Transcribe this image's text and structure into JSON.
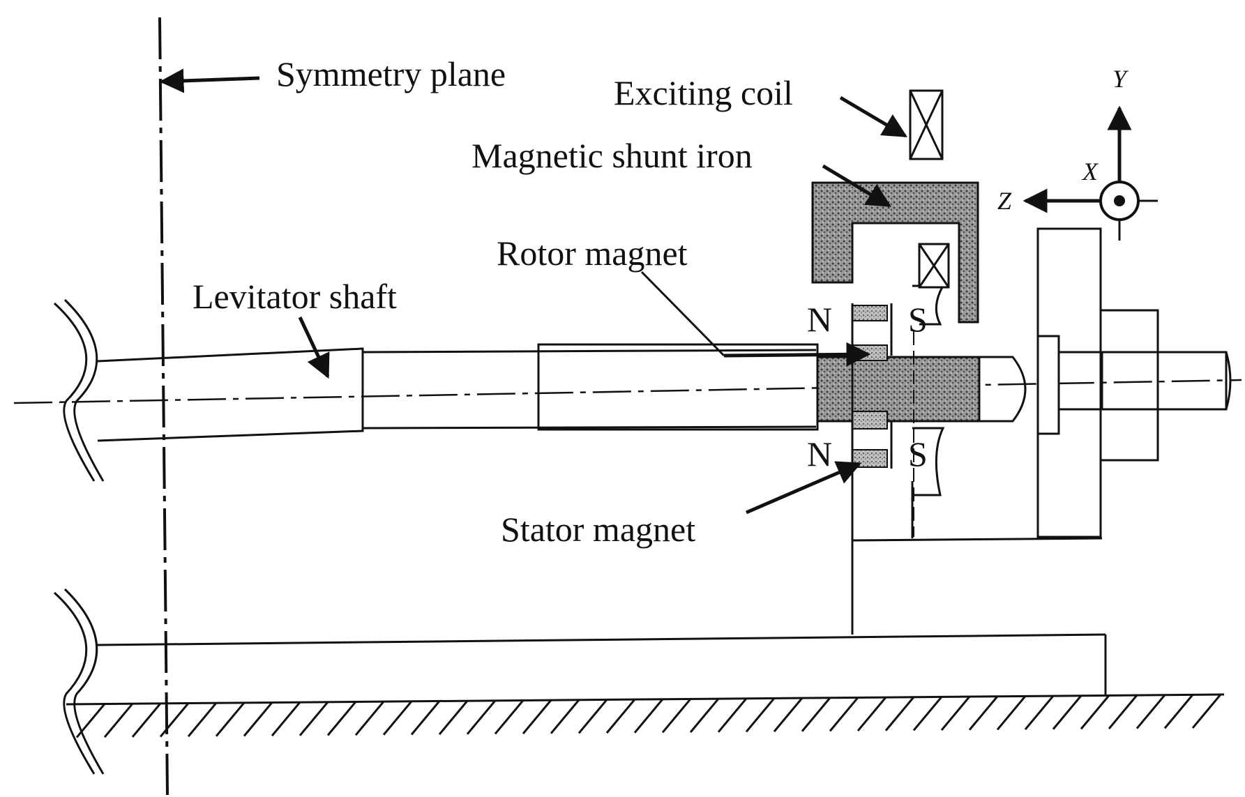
{
  "labels": {
    "symmetry_plane": "Symmetry plane",
    "exciting_coil": "Exciting coil",
    "magnetic_shunt_iron": "Magnetic shunt iron",
    "rotor_magnet": "Rotor magnet",
    "levitator_shaft": "Levitator shaft",
    "stator_magnet": "Stator magnet"
  },
  "poles": {
    "north_upper": "N",
    "south_upper": "S",
    "north_lower": "N",
    "south_lower": "S"
  },
  "axes": {
    "y": "Y",
    "x": "X",
    "z": "Z"
  }
}
